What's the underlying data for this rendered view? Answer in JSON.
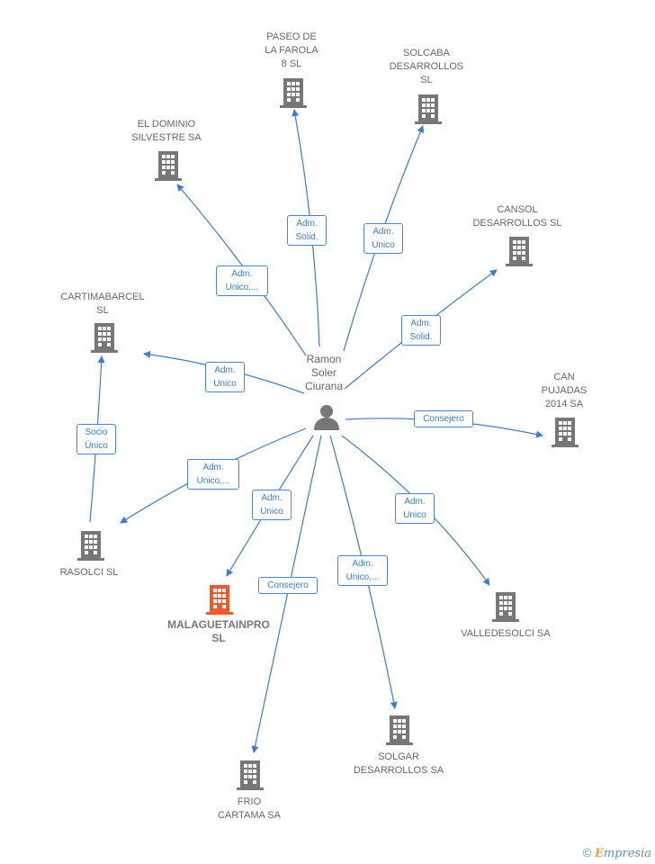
{
  "person": {
    "name": "Ramon\nSoler\nCiurana"
  },
  "colors": {
    "edge": "#3a7bd5",
    "building": "#777777",
    "highlight": "#f05a28"
  },
  "companies": [
    {
      "id": "paseo",
      "label": "PASEO DE\nLA FAROLA\n8  SL"
    },
    {
      "id": "solcaba",
      "label": "SOLCABA\nDESARROLLOS\nSL"
    },
    {
      "id": "dominio",
      "label": "EL DOMINIO\nSILVESTRE SA"
    },
    {
      "id": "cansol",
      "label": "CANSOL\nDESARROLLOS SL"
    },
    {
      "id": "cartima",
      "label": "CARTIMABARCEL\nSL"
    },
    {
      "id": "canpujadas",
      "label": "CAN\nPUJADAS\n2014 SA"
    },
    {
      "id": "rasolci",
      "label": "RASOLCI  SL"
    },
    {
      "id": "malaguetainpro",
      "label": "MALAGUETAINPRO\nSL",
      "highlight": true
    },
    {
      "id": "valledesolci",
      "label": "VALLEDESOLCI SA"
    },
    {
      "id": "frio",
      "label": "FRIO\nCARTAMA SA"
    },
    {
      "id": "solgar",
      "label": "SOLGAR\nDESARROLLOS SA"
    }
  ],
  "relations": [
    {
      "id": "r-paseo",
      "label": "Adm.\nSolid."
    },
    {
      "id": "r-solcaba",
      "label": "Adm.\nUnico"
    },
    {
      "id": "r-dominio",
      "label": "Adm.\nUnico,..."
    },
    {
      "id": "r-cansol",
      "label": "Adm.\nSolid."
    },
    {
      "id": "r-cartima",
      "label": "Adm.\nUnico"
    },
    {
      "id": "r-canpujadas",
      "label": "Consejero"
    },
    {
      "id": "r-rasolci-cartima",
      "label": "Socio\nÚnico"
    },
    {
      "id": "r-rasolci",
      "label": "Adm.\nUnico,..."
    },
    {
      "id": "r-malaguetainpro",
      "label": "Adm.\nUnico"
    },
    {
      "id": "r-valledesolci",
      "label": "Adm.\nUnico"
    },
    {
      "id": "r-frio",
      "label": "Consejero"
    },
    {
      "id": "r-solgar",
      "label": "Adm.\nUnico,..."
    }
  ],
  "footer": {
    "copyright_symbol": "©",
    "brand_first": "E",
    "brand_rest": "mpresia"
  }
}
